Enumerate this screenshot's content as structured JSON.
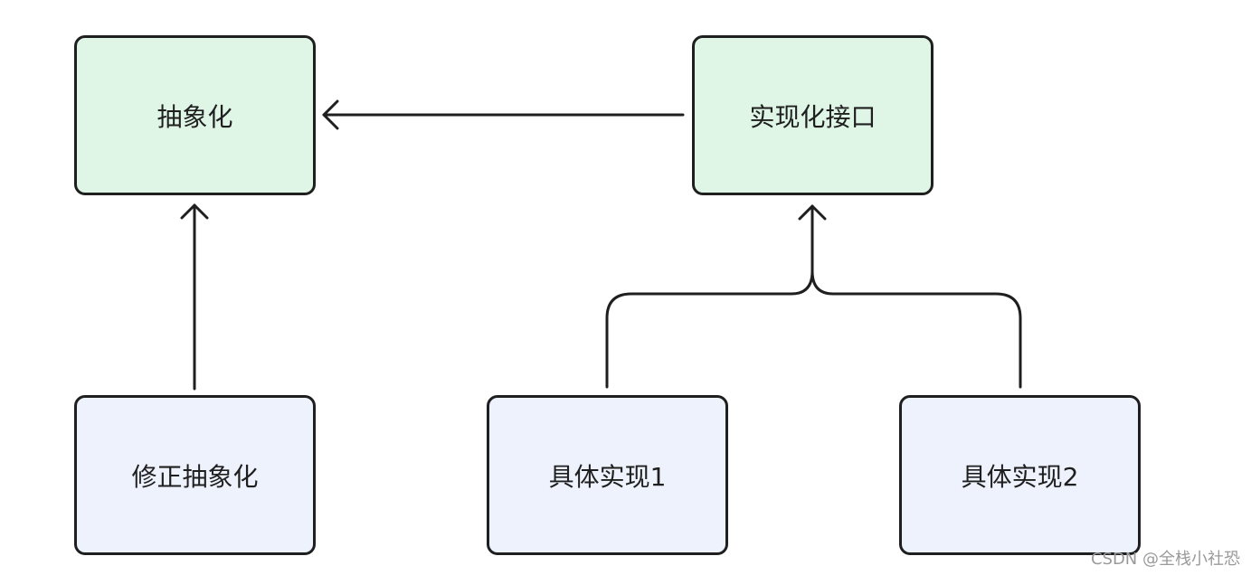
{
  "diagram": {
    "nodes": {
      "abstraction": "抽象化",
      "implementor": "实现化接口",
      "refined_abstraction": "修正抽象化",
      "concrete_implementor_1": "具体实现1",
      "concrete_implementor_2": "具体实现2"
    },
    "colors": {
      "top_fill": "#dff5e6",
      "bottom_fill": "#eef2fd",
      "stroke": "#1f1f1f"
    }
  },
  "watermark": "CSDN @全栈小社恐"
}
